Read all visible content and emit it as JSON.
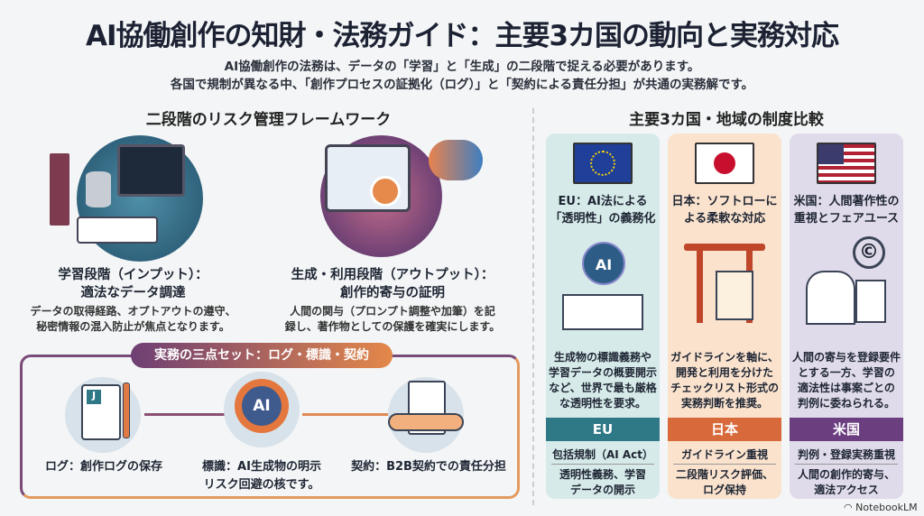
{
  "header": {
    "title": "AI協働創作の知財・法務ガイド：主要3カ国の動向と実務対応",
    "subtitle_lines": [
      "AI協働創作の法務は、データの「学習」と「生成」の二段階で捉える必要があります。",
      "各国で規制が異なる中、「創作プロセスの証拠化（ログ）」と「契約による責任分担」が共通の実務解です。"
    ]
  },
  "left": {
    "heading": "二段階のリスク管理フレームワーク",
    "stages": [
      {
        "title_lines": [
          "学習段階（インプット）：",
          "適法なデータ調達"
        ],
        "desc_lines": [
          "データの取得経路、オプトアウトの遵守、",
          "秘密情報の混入防止が焦点となります。"
        ]
      },
      {
        "title_lines": [
          "生成・利用段階（アウトプット）：",
          "創作的寄与の証明"
        ],
        "desc_lines": [
          "人間の関与（プロンプト調整や加筆）を記",
          "録し、著作物としての保護を確実にします。"
        ]
      }
    ],
    "practice": {
      "title": "実務の三点セット：ログ・標識・契約",
      "items": [
        {
          "label": "ログ：創作ログの保存",
          "icon_text": "J"
        },
        {
          "label": "標識：AI生成物の明示",
          "label2": "リスク回避の核です。",
          "icon_text": "AI"
        },
        {
          "label": "契約：B2B契約での責任分担"
        }
      ]
    }
  },
  "right": {
    "heading": "主要3カ国・地域の制度比較",
    "columns": [
      {
        "title_lines": [
          "EU：AI法による",
          "「透明性」の義務化"
        ],
        "desc_lines": [
          "生成物の標識義務や",
          "学習データの概要開示",
          "など、世界で最も厳格",
          "な透明性を要求。"
        ],
        "band": "EU",
        "subhead": "包括規制（AI Act）",
        "sub_lines": [
          "透明性義務、学習",
          "データの開示"
        ],
        "color": "#2f7886",
        "bg": "#d6eae9",
        "illus_text": "AI"
      },
      {
        "title_lines": [
          "日本：ソフトローに",
          "よる柔軟な対応"
        ],
        "desc_lines": [
          "ガイドラインを軸に、",
          "開発と利用を分けた",
          "チェックリスト形式の",
          "実務判断を推奨。"
        ],
        "band": "日本",
        "subhead": "ガイドライン重視",
        "sub_lines": [
          "二段階リスク評価、",
          "ログ保持"
        ],
        "color": "#d8693b",
        "bg": "#fae2cd"
      },
      {
        "title_lines": [
          "米国：人間著作性の",
          "重視とフェアユース"
        ],
        "desc_lines": [
          "人間の寄与を登録要件",
          "とする一方、学習の",
          "適法性は事案ごとの",
          "判例に委ねられる。"
        ],
        "band": "米国",
        "subhead": "判例・登録実務重視",
        "sub_lines": [
          "人間の創作的寄与、",
          "適法アクセス"
        ],
        "color": "#6b3e80",
        "bg": "#e0dbea",
        "illus_text": "©"
      }
    ]
  },
  "footer": {
    "brand": "NotebookLM"
  }
}
